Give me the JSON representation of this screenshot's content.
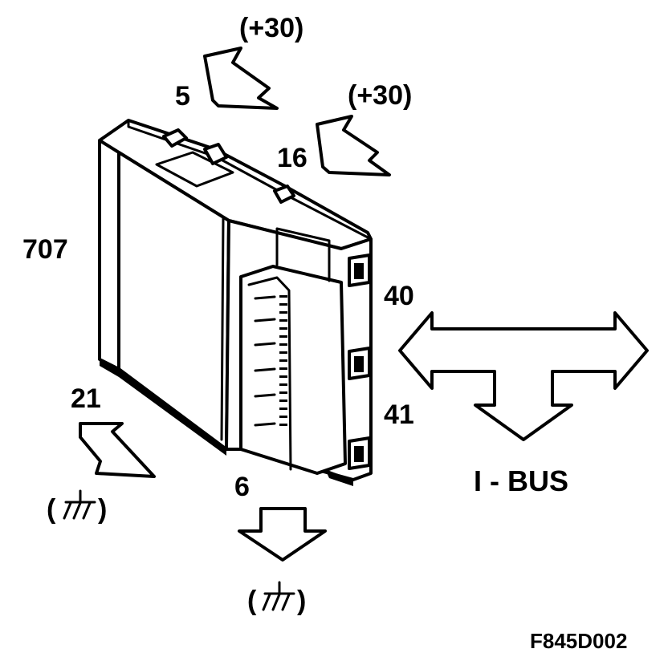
{
  "diagram": {
    "component_number": "707",
    "pins": {
      "pin_5": "5",
      "pin_16": "16",
      "pin_21": "21",
      "pin_6": "6",
      "pin_40": "40",
      "pin_41": "41"
    },
    "supply_label_5": "(+30)",
    "supply_label_16": "(+30)",
    "ground_paren_open": "(",
    "ground_paren_close": ")",
    "bus_label": "I - BUS",
    "figure_id": "F845D002",
    "colors": {
      "line": "#000000",
      "background": "#ffffff"
    },
    "icons": [
      "arrow-in",
      "ground-symbol",
      "double-headed-t-arrow"
    ]
  }
}
